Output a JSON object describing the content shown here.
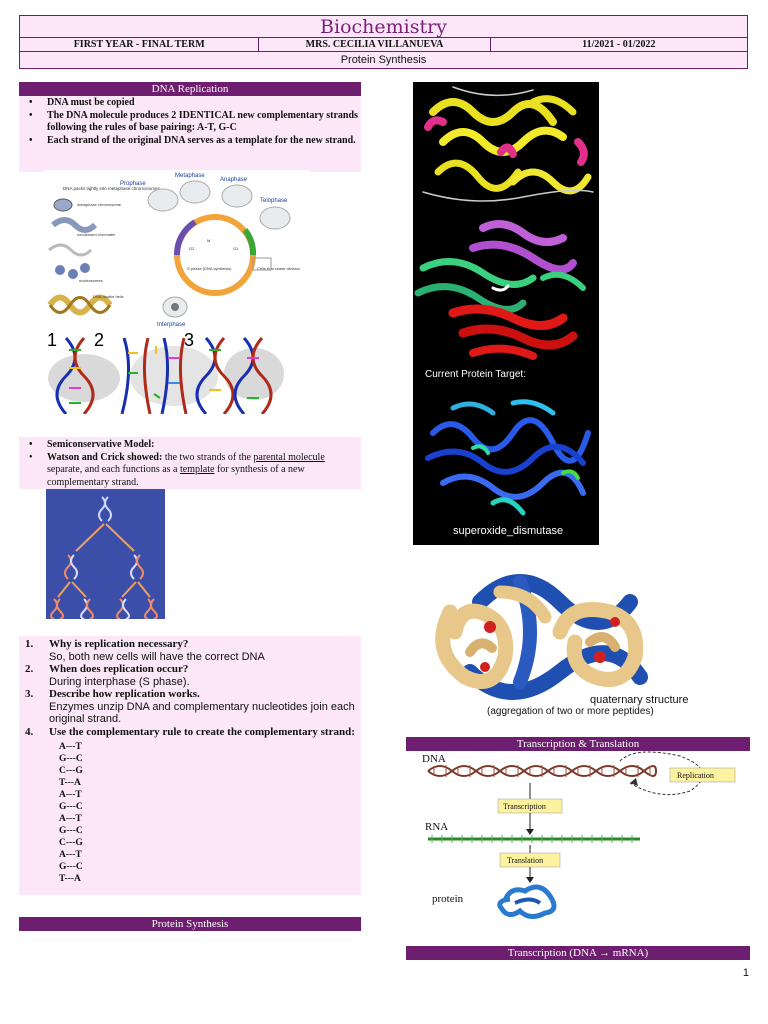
{
  "header": {
    "title": "Biochemistry",
    "year": "FIRST YEAR - FINAL TERM",
    "teacher": "MRS. CECILIA VILLANUEVA",
    "dates": "11/2021 - 01/2022",
    "subtitle": "Protein Synthesis"
  },
  "dna_replication": {
    "heading": "DNA Replication",
    "bullets": [
      "DNA must be copied",
      "The DNA molecule produces 2 IDENTICAL new complementary strands following the rules of base pairing: A-T, G-C",
      "Each strand of the original DNA serves as a template for the new strand."
    ],
    "cell_cycle_labels": {
      "prophase": "Prophase",
      "metaphase": "Metaphase",
      "anaphase": "Anaphase",
      "telophase": "Telophase",
      "interphase": "Interphase",
      "dna_pack": "DNA packs tightly into metaphase chromosomes",
      "metaphase_chromosome": "metaphase chromosome",
      "condensed": "condensed chromatin",
      "nucleosomes": "nucleosomes",
      "double_helix": "DNA double helix",
      "s_phase": "S phase (DNA synthesis)",
      "g1": "G1",
      "g2": "G2",
      "m": "M",
      "cells_no_div": "Cells that cease division"
    },
    "step_numbers": [
      "1",
      "2",
      "3"
    ],
    "semi_bullets": {
      "b1": "Semiconservative Model:",
      "b2_bold": "Watson and Crick showed:",
      "b2_pre": " the two strands of the ",
      "b2_u1": "parental molecule",
      "b2_mid": " separate, and each functions as a ",
      "b2_u2": "template",
      "b2_post": " for synthesis of a new complementary strand."
    }
  },
  "questions": [
    {
      "num": "1.",
      "q": "Why is replication necessary?",
      "a": "So, both new cells will have the correct DNA"
    },
    {
      "num": "2.",
      "q": "When does replication occur?",
      "a": "During interphase (S phase)."
    },
    {
      "num": "3.",
      "q": "Describe how replication works.",
      "a": "Enzymes unzip DNA and complementary nucleotides join each original strand."
    },
    {
      "num": "4.",
      "q": "Use the complementary rule to create the complementary strand:",
      "a": ""
    }
  ],
  "pairs": [
    "A---T",
    "G---C",
    "C---G",
    "T---A",
    "A---T",
    "G---C",
    "A---T",
    "G---C",
    "C---G",
    "A---T",
    "G---C",
    "T---A"
  ],
  "protein_synthesis_bar": "Protein Synthesis",
  "protein_images": {
    "current_target": "Current Protein Target:",
    "sod": "superoxide_dismutase",
    "quat1": "quaternary structure",
    "quat2": "(aggregation of two or more peptides)"
  },
  "transcription_translation": {
    "heading": "Transcription & Translation",
    "dna": "DNA",
    "replication": "Replication",
    "transcription": "Transcription",
    "rna": "RNA",
    "translation": "Translation",
    "protein": "protein"
  },
  "transcription_bar": "Transcription (DNA → mRNA)",
  "page_number": "1"
}
